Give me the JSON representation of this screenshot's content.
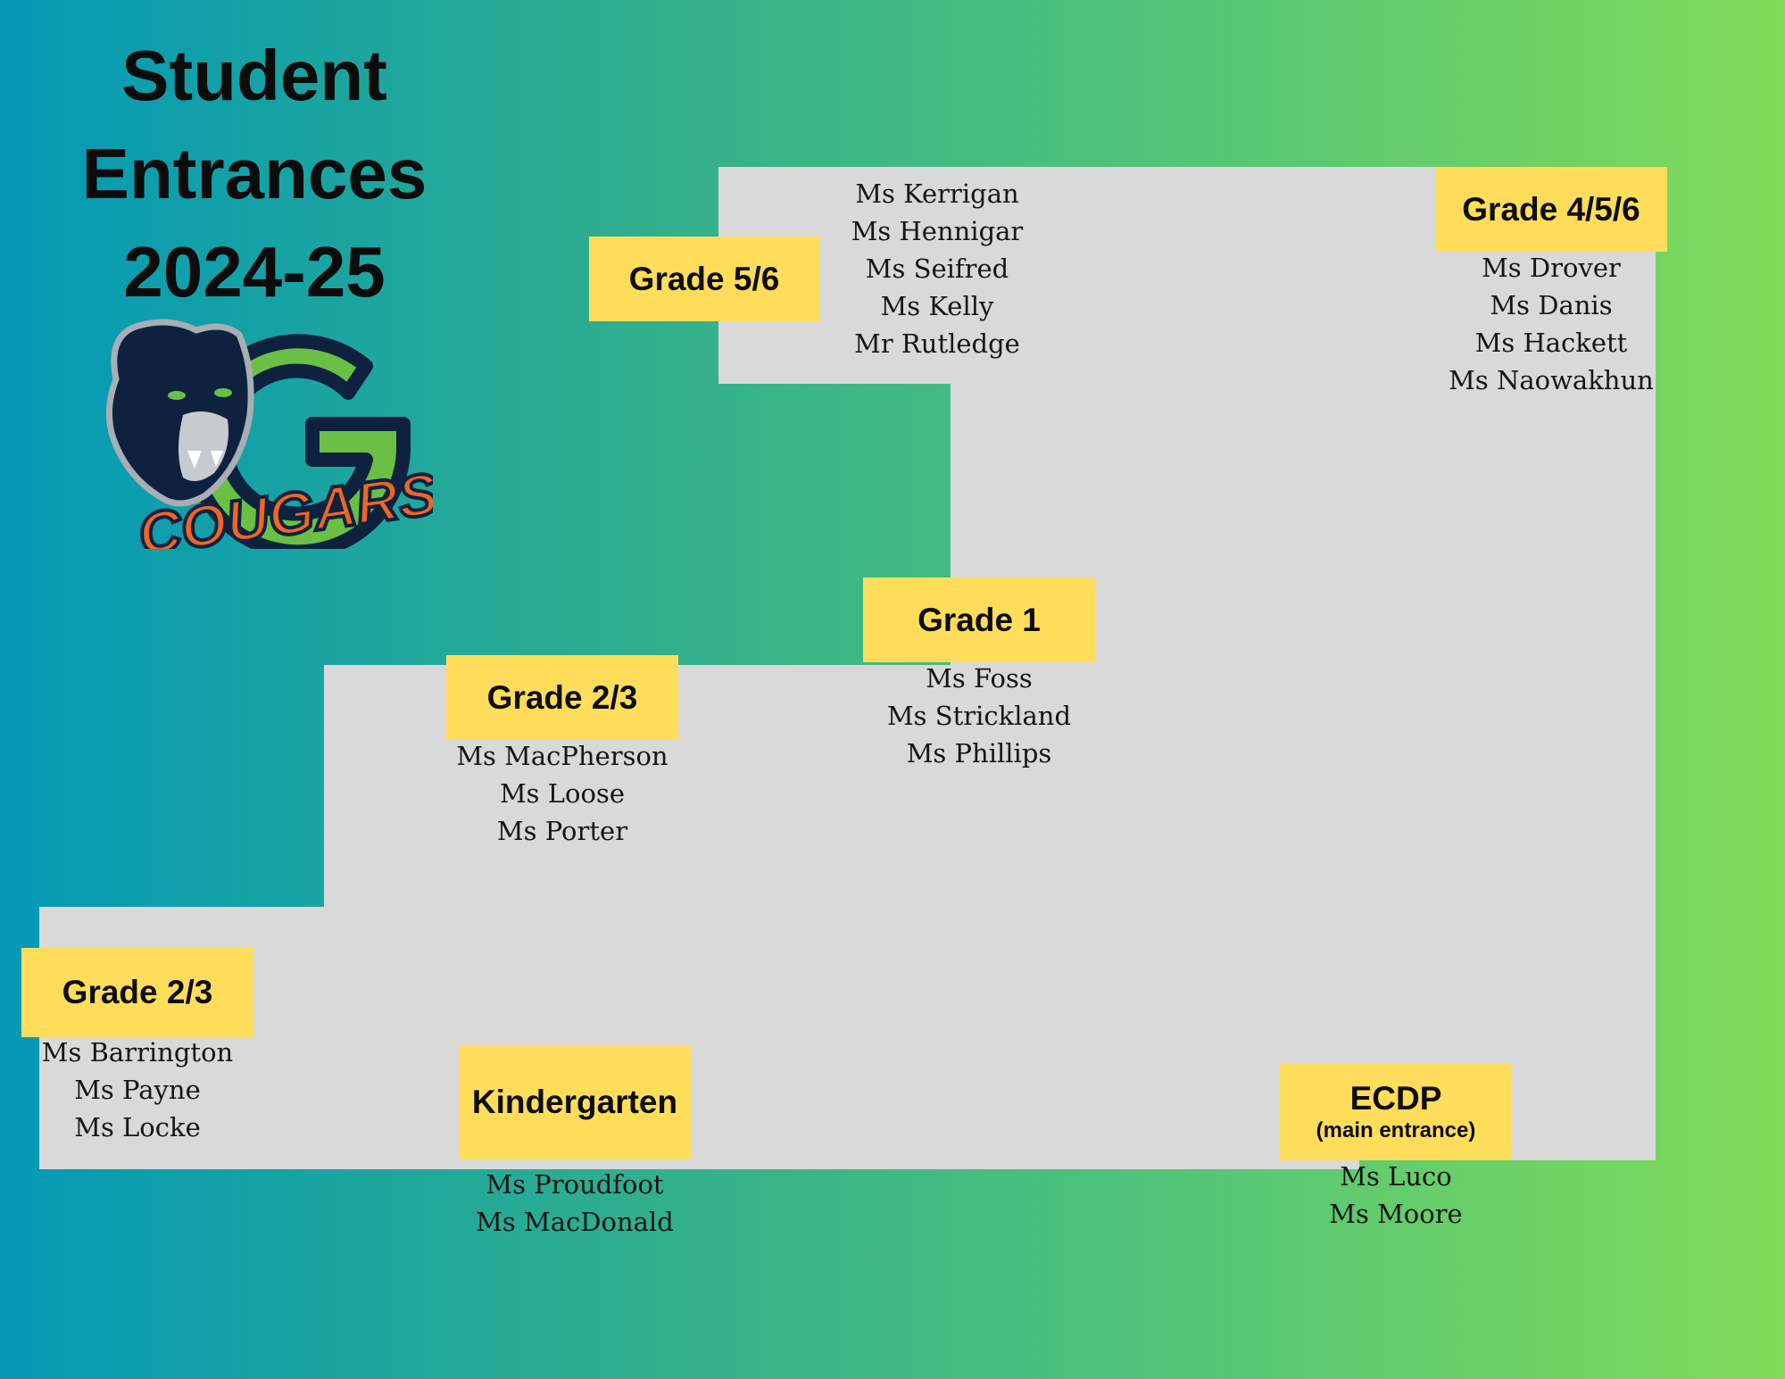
{
  "title": {
    "line1": "Student",
    "line2": "Entrances",
    "line3": "2024-25"
  },
  "logo": {
    "text": "COUGARS",
    "letter": "G"
  },
  "colors": {
    "floor": "#d9d9d9",
    "label": "#ffdd5a",
    "logo_orange": "#f26522",
    "logo_green": "#6abf45",
    "logo_navy": "#0e2240"
  },
  "entrances": [
    {
      "label": "Grade 5/6",
      "teachers": [
        "Ms Kerrigan",
        "Ms Hennigar",
        "Ms Seifred",
        "Ms Kelly",
        "Mr Rutledge"
      ]
    },
    {
      "label": "Grade 4/5/6",
      "teachers": [
        "Ms Drover",
        "Ms Danis",
        "Ms Hackett",
        "Ms Naowakhun"
      ]
    },
    {
      "label": "Grade 1",
      "teachers": [
        "Ms Foss",
        "Ms Strickland",
        "Ms Phillips"
      ]
    },
    {
      "label": "Grade 2/3",
      "teachers": [
        "Ms MacPherson",
        "Ms Loose",
        "Ms Porter"
      ]
    },
    {
      "label": "Grade 2/3",
      "teachers": [
        "Ms Barrington",
        "Ms Payne",
        "Ms Locke"
      ]
    },
    {
      "label": "Kindergarten",
      "teachers": [
        "Ms Proudfoot",
        "Ms MacDonald"
      ]
    },
    {
      "label": "ECDP",
      "sublabel": "(main entrance)",
      "teachers": [
        "Ms Luco",
        "Ms Moore"
      ]
    }
  ]
}
